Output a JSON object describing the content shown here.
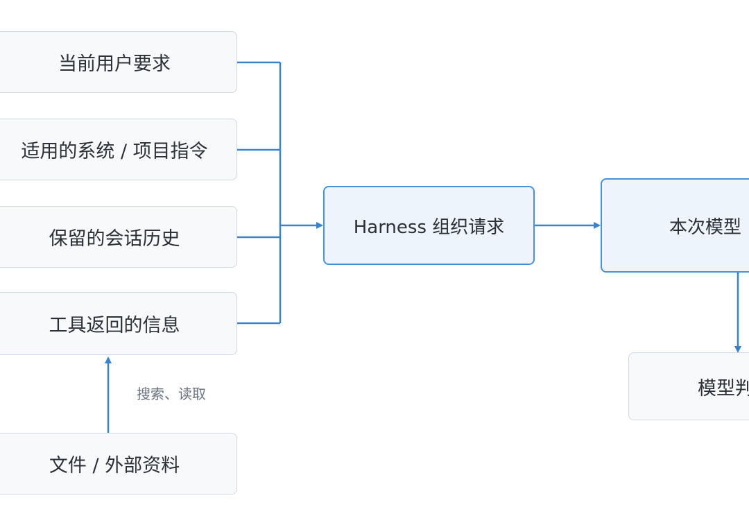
{
  "inputs": [
    {
      "label": "当前用户要求"
    },
    {
      "label": "适用的系统 / 项目指令"
    },
    {
      "label": "保留的会话历史"
    },
    {
      "label": "工具返回的信息"
    }
  ],
  "source": {
    "label": "文件 / 外部资料"
  },
  "source_edge_label": "搜索、读取",
  "harness": {
    "label": "Harness 组织请求"
  },
  "model_call": {
    "label": "本次模型"
  },
  "model_output": {
    "label": "模型判"
  },
  "colors": {
    "line": "#3a82c9",
    "box_border": "#cfd8e2",
    "process_border": "#4a90d9",
    "process_fill": "#eef4fb",
    "box_fill": "#f7f9fb"
  }
}
